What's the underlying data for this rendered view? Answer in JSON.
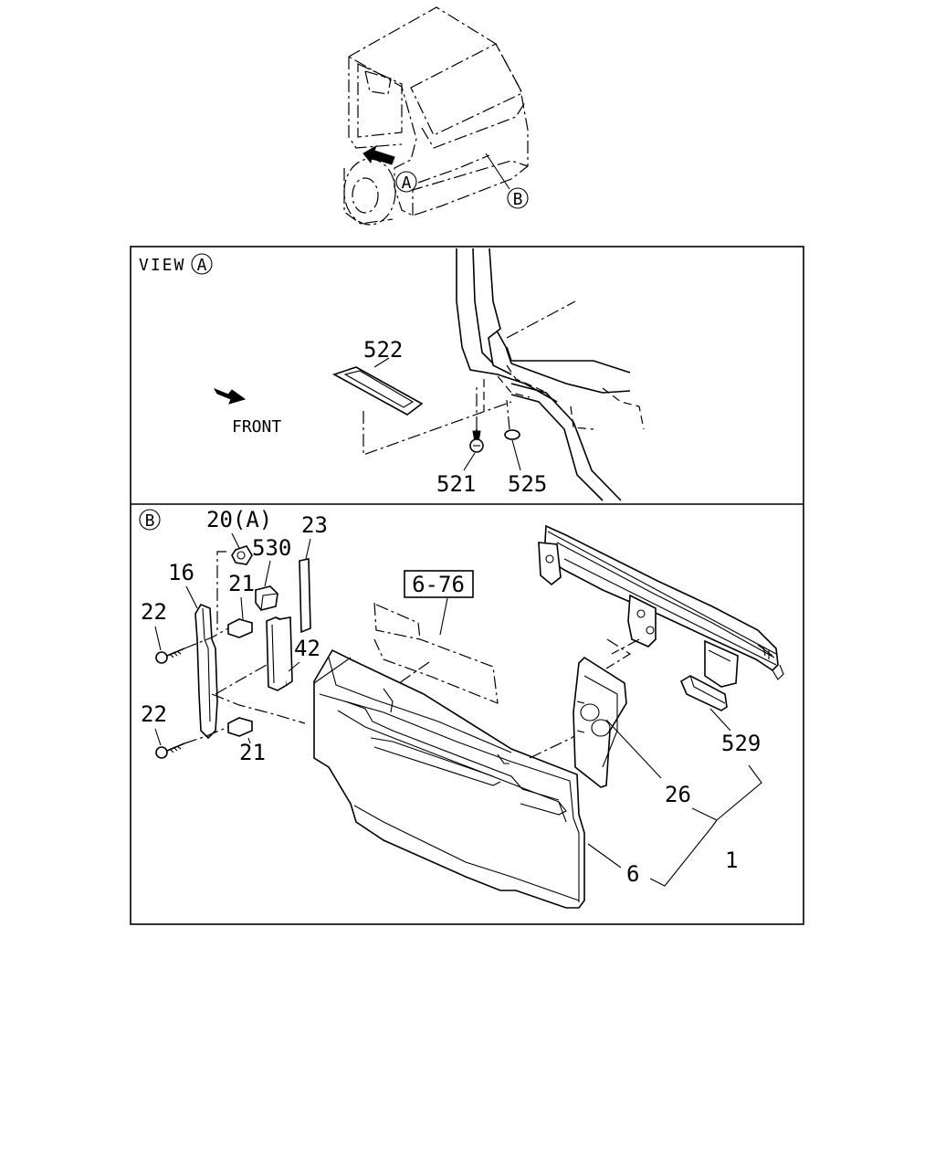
{
  "overview": {
    "view_a_marker": "A",
    "view_b_marker": "B"
  },
  "view_a": {
    "title_text": "VIEW",
    "title_marker": "A",
    "front_label": "FRONT",
    "parts": {
      "p522": "522",
      "p521": "521",
      "p525": "525"
    }
  },
  "view_b": {
    "title_marker": "B",
    "parts": {
      "p20": "20(A)",
      "p530": "530",
      "p23": "23",
      "p16": "16",
      "p21_top": "21",
      "p22_top": "22",
      "p42": "42",
      "p22_bottom": "22",
      "p21_bottom": "21",
      "p6_76": "6-76",
      "p529": "529",
      "p26": "26",
      "p1": "1",
      "p6": "6"
    }
  }
}
